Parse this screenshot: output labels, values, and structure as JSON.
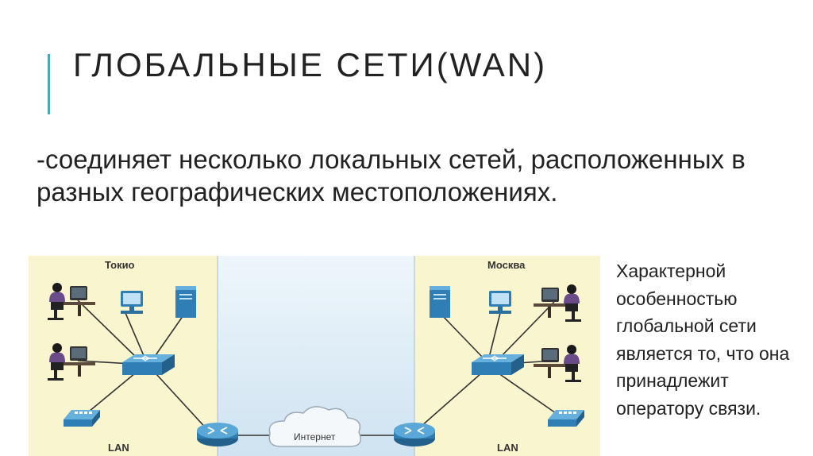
{
  "slide": {
    "title": "ГЛОБАЛЬНЫЕ СЕТИ(WAN)",
    "lead": "-соединяет несколько локальных сетей, расположенных в разных географических местоположениях.",
    "side_text": "Характерной особенностью глобальной сети является то, что она принадлежит оператору связи."
  },
  "diagram": {
    "left_site_label": "Токио",
    "right_site_label": "Москва",
    "left_lan_label": "LAN",
    "right_lan_label": "LAN",
    "cloud_label": "Интернет",
    "colors": {
      "site_bg": "#f8f5cf",
      "wan_bg": "#dcebf6",
      "device_blue": "#2f7fb5",
      "link": "#333333"
    },
    "icons": [
      "user-workstation-icon",
      "pc-icon",
      "server-icon",
      "switch-icon",
      "ip-phone-icon",
      "router-icon",
      "cloud-icon"
    ]
  }
}
